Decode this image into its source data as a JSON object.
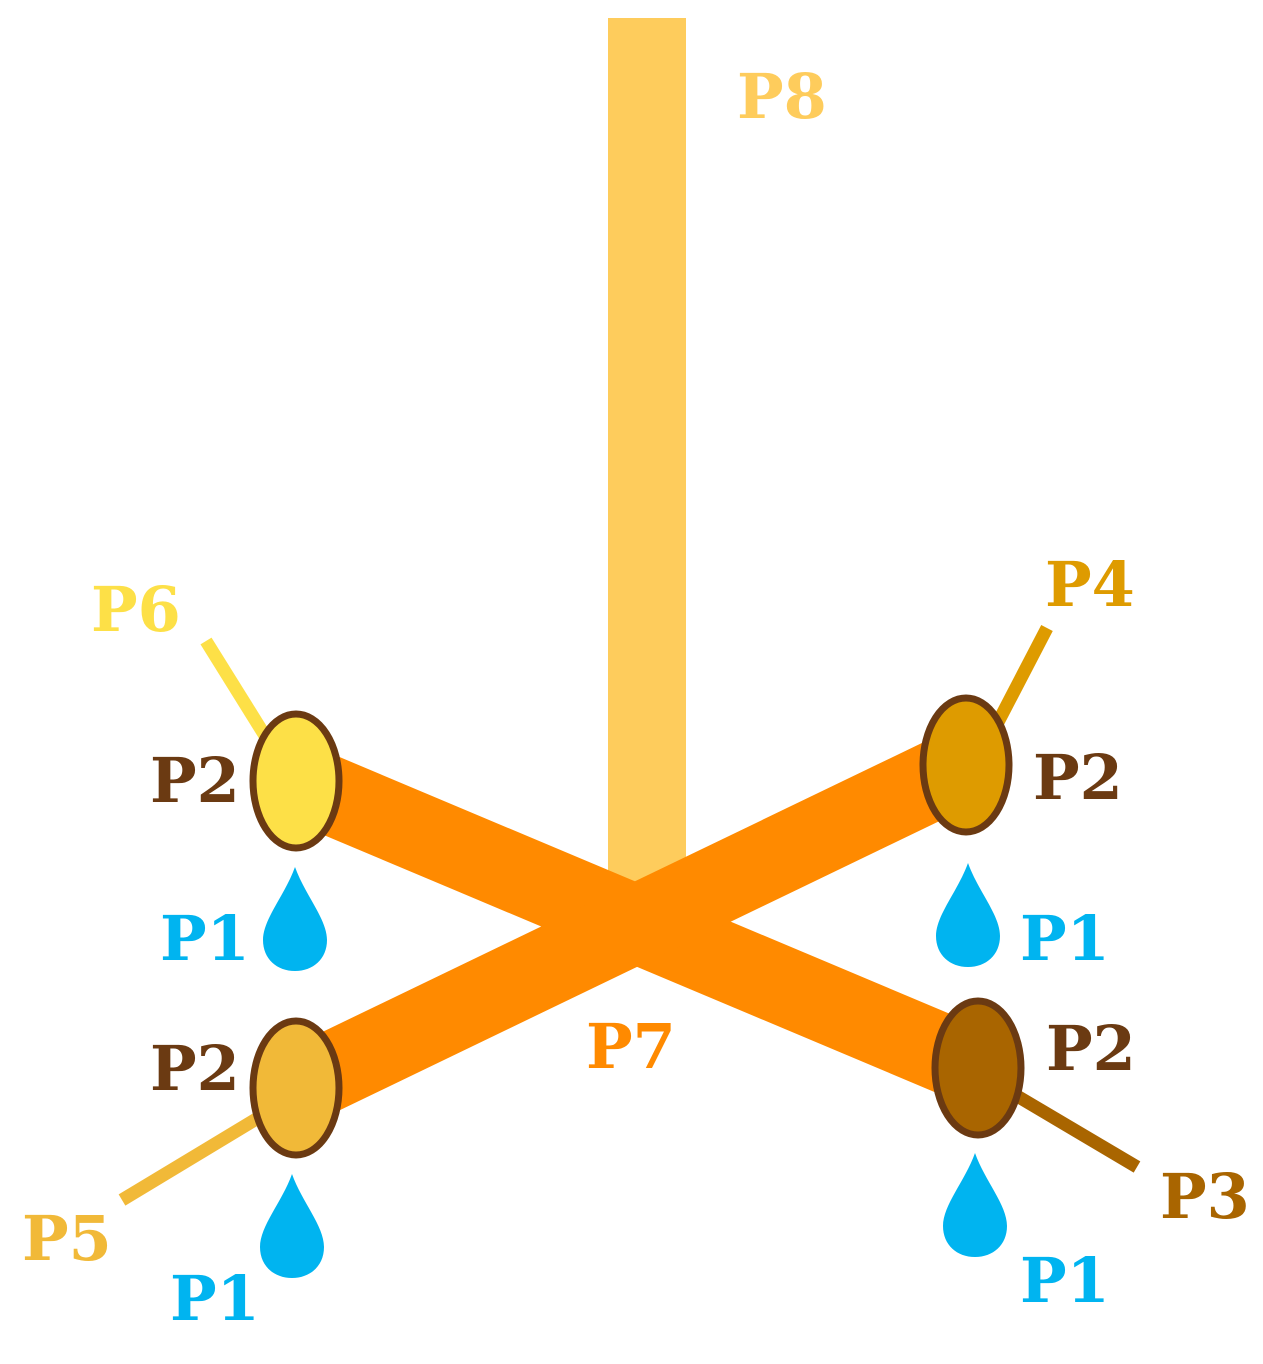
{
  "colors": {
    "shaft": "#FECC5C",
    "arms": "#FF8A00",
    "rim": "#6B3A12",
    "drop": "#00B4F0",
    "tip_top_left": "#FDE047",
    "tip_top_right": "#DE9B00",
    "tip_bottom_left": "#F1B938",
    "tip_bottom_right": "#A96500",
    "label_P2": "#6B3A12",
    "label_P1": "#00B4F0",
    "label_P7": "#FF8A00",
    "label_P8": "#FECC5C",
    "label_P6": "#FDE047",
    "label_P4": "#DE9B00",
    "label_P5": "#F1B938",
    "label_P3": "#A96500"
  },
  "labels": {
    "shaft": "P8",
    "arms": "P7",
    "tip_rim": "P2",
    "droplet": "P1",
    "top_left_line": "P6",
    "top_right_line": "P4",
    "bottom_left_line": "P5",
    "bottom_right_line": "P3"
  },
  "icons": {
    "droplet": "water-drop-icon"
  }
}
